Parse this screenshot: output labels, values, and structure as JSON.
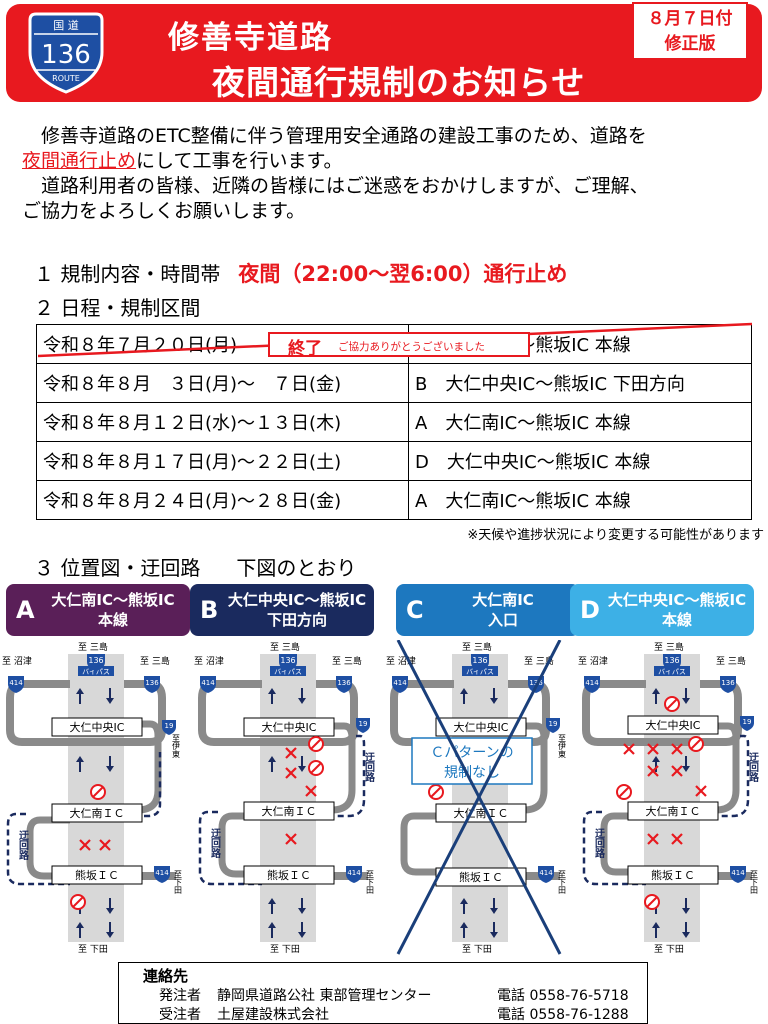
{
  "header": {
    "shield_top": "国 道",
    "shield_number": "136",
    "shield_bottom": "ROUTE",
    "title_line1": "修善寺道路",
    "title_line2": "夜間通行規制のお知らせ",
    "revision_line1": "８月７日付",
    "revision_line2": "修正版",
    "colors": {
      "brand_red": "#e8191f",
      "shield_blue": "#1e4fa3"
    }
  },
  "intro": {
    "line1": "修善寺道路のETC整備に伴う管理用安全通路の建設工事のため、道路を",
    "line2_highlight": "夜間通行止め",
    "line2_rest": "にして工事を行います。",
    "line3": "道路利用者の皆様、近隣の皆様にはご迷惑をおかけしますが、ご理解、",
    "line4": "ご協力をよろしくお願いします。"
  },
  "section1": {
    "label": "１ 規制内容・時間帯",
    "highlight": "夜間（22:00～翌6:00）通行止め"
  },
  "section2": {
    "label": "２ 日程・規制区間"
  },
  "schedule": {
    "rows": [
      {
        "date": "令和８年７月２０日(月)",
        "section": "A　大仁南IC～熊坂IC 本線"
      },
      {
        "date": "令和８年８月　３日(月)～　７日(金)",
        "section": "B　大仁中央IC～熊坂IC 下田方向"
      },
      {
        "date": "令和８年８月１２日(水)～１３日(木)",
        "section": "A　大仁南IC～熊坂IC 本線"
      },
      {
        "date": "令和８年８月１７日(月)～２２日(土)",
        "section": "D　大仁中央IC～熊坂IC 本線"
      },
      {
        "date": "令和８年８月２４日(月)～２８日(金)",
        "section": "A　大仁南IC～熊坂IC 本線"
      }
    ],
    "ended_label": "終了",
    "ended_thanks": "ご協力ありがとうございました",
    "note": "※天候や進捗状況により変更する可能性があります"
  },
  "section3": {
    "label": "３ 位置図・迂回路",
    "tail": "下図のとおり"
  },
  "patterns": [
    {
      "letter": "A",
      "line1": "大仁南IC～熊坂IC",
      "line2": "本線",
      "color": "#5a1f58"
    },
    {
      "letter": "B",
      "line1": "大仁中央IC～熊坂IC",
      "line2": "下田方向",
      "color": "#1a2a5e"
    },
    {
      "letter": "C",
      "line1": "大仁南IC",
      "line2": "入口",
      "color": "#1d78bf"
    },
    {
      "letter": "D",
      "line1": "大仁中央IC～熊坂IC",
      "line2": "本線",
      "color": "#3db0e6"
    }
  ],
  "map": {
    "to_mishima": "至 三島",
    "to_numazu": "至 沼津",
    "to_mishima_right": "至 三島",
    "to_ito": "至伊東",
    "to_shimoda_bottom": "至 下田",
    "to_shimoda_right": "至下田",
    "bypass": "バイパス",
    "route136": "136",
    "route414": "414",
    "route19": "19",
    "ic_chuo": "大仁中央IC",
    "ic_minami": "大仁南ＩＣ",
    "ic_kumasaka": "熊坂ＩＣ",
    "detour": "迂回路",
    "c_note_line1": "Ｃパターンの",
    "c_note_line2": "規制なし"
  },
  "contact": {
    "title": "連絡先",
    "orderer_role": "発注者",
    "orderer_org": "静岡県道路公社 東部管理センター",
    "orderer_tel": "電話 0558-76-5718",
    "contractor_role": "受注者",
    "contractor_org": "土屋建設株式会社",
    "contractor_tel": "電話 0558-76-1288"
  }
}
